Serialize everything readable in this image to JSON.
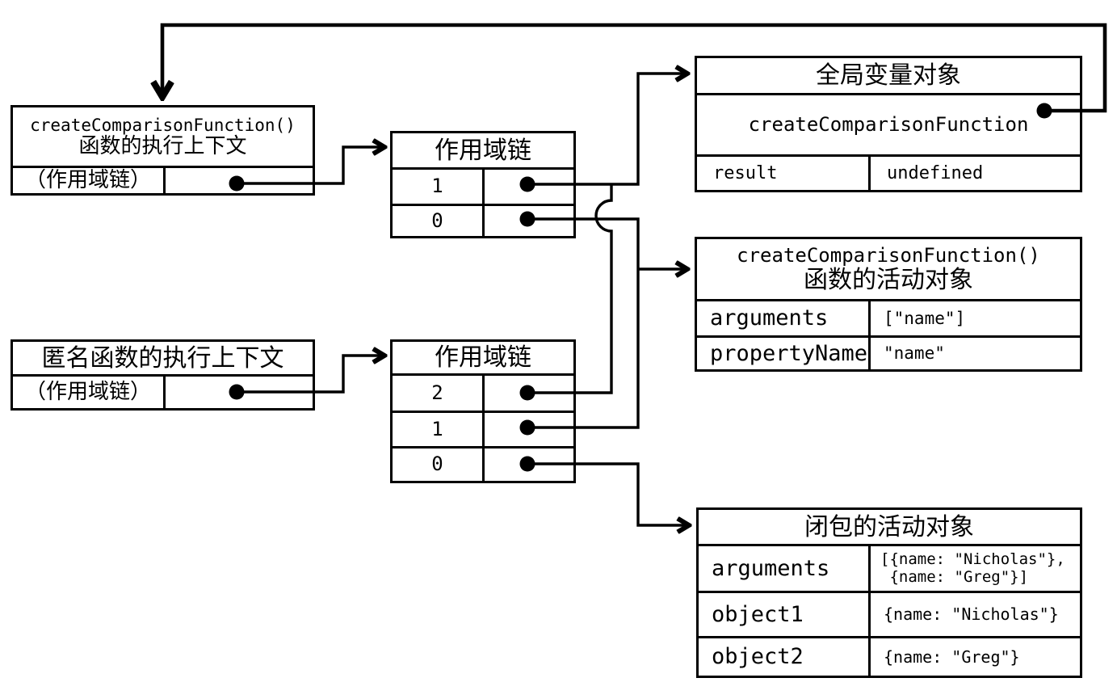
{
  "colors": {
    "line": "#000000",
    "background": "#ffffff"
  },
  "boxes": {
    "ctx_create": {
      "title_code": "createComparisonFunction()",
      "title_cn": "函数的执行上下文",
      "scope_chain_label": "（作用域链）"
    },
    "scope_chain_1": {
      "title": "作用域链",
      "rows": [
        "1",
        "0"
      ]
    },
    "global_object": {
      "title": "全局变量对象",
      "function_name": "createComparisonFunction",
      "rows": [
        {
          "key": "result",
          "value": "undefined"
        }
      ]
    },
    "ctx_anonymous": {
      "title": "匿名函数的执行上下文",
      "scope_chain_label": "（作用域链）"
    },
    "scope_chain_2": {
      "title": "作用域链",
      "rows": [
        "2",
        "1",
        "0"
      ]
    },
    "activation_create": {
      "title_code": "createComparisonFunction()",
      "title_cn": "函数的活动对象",
      "rows": [
        {
          "key": "arguments",
          "value": "[\"name\"]"
        },
        {
          "key": "propertyName",
          "value": "\"name\""
        }
      ]
    },
    "activation_closure": {
      "title": "闭包的活动对象",
      "rows": [
        {
          "key": "arguments",
          "value": "[{name: \"Nicholas\"},\n {name: \"Greg\"}]"
        },
        {
          "key": "object1",
          "value": "{name: \"Nicholas\"}"
        },
        {
          "key": "object2",
          "value": "{name: \"Greg\"}"
        }
      ]
    }
  }
}
